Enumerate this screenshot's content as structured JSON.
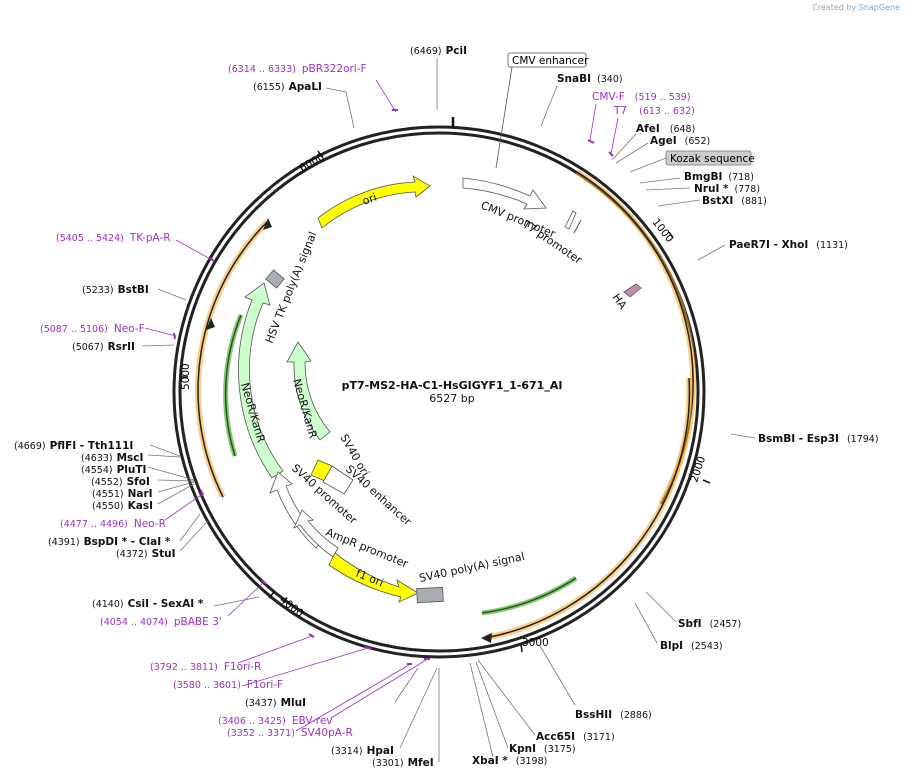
{
  "credit": {
    "prefix": "Created by",
    "brand": "SnapGene"
  },
  "plasmid": {
    "name": "pT7-MS2-HA-C1-HsGIGYF1_1-671_AI",
    "size": "6527 bp"
  },
  "scale": [
    "1000",
    "2000",
    "3000",
    "4000",
    "5000",
    "6000"
  ],
  "enzymes": [
    {
      "name": "PciI",
      "pos": "(6469)"
    },
    {
      "name": "ApaLI",
      "pos": "(6155)"
    },
    {
      "name": "SnaBI",
      "pos": "(340)"
    },
    {
      "name": "AfeI",
      "pos": "(648)"
    },
    {
      "name": "AgeI",
      "pos": "(652)"
    },
    {
      "name": "BmgBI",
      "pos": "(718)"
    },
    {
      "name": "NruI *",
      "pos": "(778)"
    },
    {
      "name": "BstXI",
      "pos": "(881)"
    },
    {
      "name": "PaeR7I - XhoI",
      "pos": "(1131)"
    },
    {
      "name": "BsmBI - Esp3I",
      "pos": "(1794)"
    },
    {
      "name": "SbfI",
      "pos": "(2457)"
    },
    {
      "name": "BlpI",
      "pos": "(2543)"
    },
    {
      "name": "BssHII",
      "pos": "(2886)"
    },
    {
      "name": "Acc65I",
      "pos": "(3171)"
    },
    {
      "name": "KpnI",
      "pos": "(3175)"
    },
    {
      "name": "XbaI *",
      "pos": "(3198)"
    },
    {
      "name": "MfeI",
      "pos": "(3301)"
    },
    {
      "name": "HpaI",
      "pos": "(3314)"
    },
    {
      "name": "MluI",
      "pos": "(3437)"
    },
    {
      "name": "CsiI - SexAI *",
      "pos": "(4140)"
    },
    {
      "name": "StuI",
      "pos": "(4372)"
    },
    {
      "name": "BspDI * - ClaI *",
      "pos": "(4391)"
    },
    {
      "name": "KasI",
      "pos": "(4550)"
    },
    {
      "name": "NarI",
      "pos": "(4551)"
    },
    {
      "name": "SfoI",
      "pos": "(4552)"
    },
    {
      "name": "PluTI",
      "pos": "(4554)"
    },
    {
      "name": "MscI",
      "pos": "(4633)"
    },
    {
      "name": "PflFI - Tth111I",
      "pos": "(4669)"
    },
    {
      "name": "RsrII",
      "pos": "(5067)"
    },
    {
      "name": "BstBI",
      "pos": "(5233)"
    }
  ],
  "primers": [
    {
      "name": "pBR322ori-F",
      "range": "(6314 .. 6333)"
    },
    {
      "name": "CMV-F",
      "range": "(519 .. 539)"
    },
    {
      "name": "T7",
      "range": "(613 .. 632)"
    },
    {
      "name": "TK-pA-R",
      "range": "(5405 .. 5424)"
    },
    {
      "name": "Neo-F",
      "range": "(5087 .. 5106)"
    },
    {
      "name": "Neo-R",
      "range": "(4477 .. 4496)"
    },
    {
      "name": "pBABE 3'",
      "range": "(4054 .. 4074)"
    },
    {
      "name": "F1ori-R",
      "range": "(3792 .. 3811)"
    },
    {
      "name": "F1ori-F",
      "range": "(3580 .. 3601)"
    },
    {
      "name": "EBV-rev",
      "range": "(3406 .. 3425)"
    },
    {
      "name": "SV40pA-R",
      "range": "(3352 .. 3371)"
    }
  ],
  "boxed": {
    "cmv_enhancer": "CMV enhancer",
    "kozak": "Kozak sequence"
  },
  "features": {
    "ori": "ori",
    "cmv_promoter": "CMV promoter",
    "t7_promoter": "T7 promoter",
    "ha": "HA",
    "hsv_tk": "HSV TK poly(A) signal",
    "neokan": "NeoR/KanR",
    "sv40_ori": "SV40 ori",
    "sv40_enh": "SV40 enhancer",
    "sv40_prom": "SV40 promoter",
    "ampr_prom": "AmpR promoter",
    "f1_ori": "f1 ori",
    "sv40_polya": "SV40 poly(A) signal"
  },
  "colors": {
    "backbone": "#222222",
    "ori": "#ffff00",
    "neo": "#ccffcc",
    "orf": "#f5a623",
    "primer": "#9b30c8",
    "promoter": "#ffffff",
    "polya": "#a8adb4",
    "ha": "#c48bb0"
  }
}
